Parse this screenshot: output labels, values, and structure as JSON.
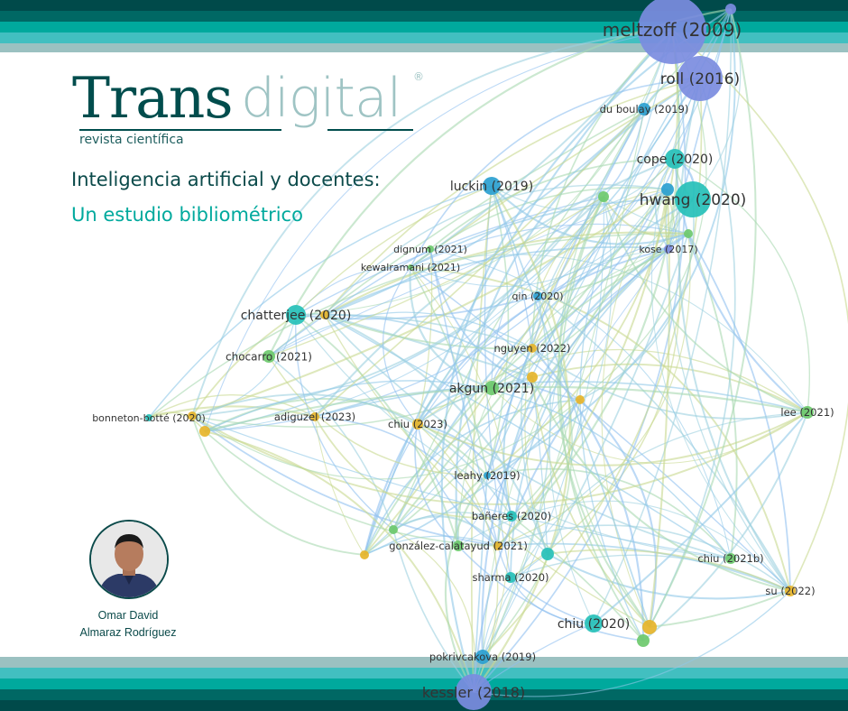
{
  "journal": {
    "name_part1": "Trans",
    "name_part2": "digital",
    "registered_mark": "®",
    "subtitle": "revista científica"
  },
  "article": {
    "title_line1": "Inteligencia artificial y docentes:",
    "title_line2": "Un estudio bibliométrico"
  },
  "author": {
    "first_line": "Omar David",
    "second_line": "Almaraz Rodríguez"
  },
  "colors": {
    "stripe_dark": "#004a4a",
    "stripe_mid_dark": "#006864",
    "stripe_teal": "#00a99d",
    "stripe_light_teal": "#42bfc0",
    "stripe_gray": "#9bc1c1",
    "cluster_purple": "#7b8ce0",
    "cluster_blue": "#2a9fd0",
    "cluster_teal": "#26c0b8",
    "cluster_green": "#6cc96c",
    "cluster_yellow": "#e6b42a"
  },
  "network": {
    "nodes": [
      {
        "label": "meltzoff (2009)",
        "cluster": "purple"
      },
      {
        "label": "roll (2016)",
        "cluster": "purple"
      },
      {
        "label": "du boulay (2019)",
        "cluster": "blue"
      },
      {
        "label": "cope (2020)",
        "cluster": "teal"
      },
      {
        "label": "hwang (2020)",
        "cluster": "teal"
      },
      {
        "label": "kose (2017)",
        "cluster": "purple"
      },
      {
        "label": "luckin (2019)",
        "cluster": "blue"
      },
      {
        "label": "dignum (2021)",
        "cluster": "green"
      },
      {
        "label": "kewalramani (2021)",
        "cluster": "green"
      },
      {
        "label": "qin (2020)",
        "cluster": "blue"
      },
      {
        "label": "chatterjee (2020)",
        "cluster": "teal"
      },
      {
        "label": "chocarro (2021)",
        "cluster": "green"
      },
      {
        "label": "nguyen (2022)",
        "cluster": "yellow"
      },
      {
        "label": "akgun (2021)",
        "cluster": "green"
      },
      {
        "label": "bonneton-botté (2020)",
        "cluster": "teal"
      },
      {
        "label": "adiguzel (2023)",
        "cluster": "yellow"
      },
      {
        "label": "chiu (2023)",
        "cluster": "yellow"
      },
      {
        "label": "lee (2021)",
        "cluster": "green"
      },
      {
        "label": "leahy (2019)",
        "cluster": "blue"
      },
      {
        "label": "bañeres (2020)",
        "cluster": "teal"
      },
      {
        "label": "gonzález-calatayud (2021)",
        "cluster": "green"
      },
      {
        "label": "sharma (2020)",
        "cluster": "teal"
      },
      {
        "label": "chiu (2021b)",
        "cluster": "green"
      },
      {
        "label": "su (2022)",
        "cluster": "yellow"
      },
      {
        "label": "chiu (2020)",
        "cluster": "teal"
      },
      {
        "label": "pokrivcakova (2019)",
        "cluster": "blue"
      },
      {
        "label": "kessler (2018)",
        "cluster": "purple"
      }
    ]
  }
}
